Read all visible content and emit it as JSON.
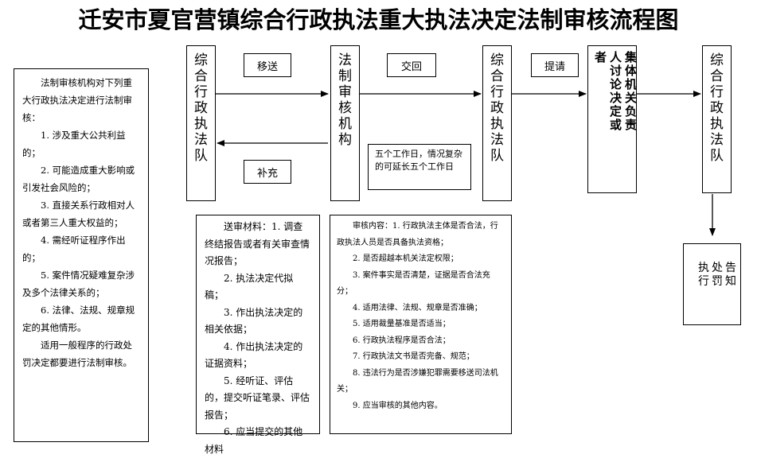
{
  "title": "迁安市夏官营镇综合行政执法重大执法决定法制审核流程图",
  "nodes": {
    "team1": "综合行政执法队",
    "legal": "法制审核机构",
    "team2": "综合行政执法队",
    "collective": "集体机关负责人讨论决定或者",
    "team3": "综合行政执法队",
    "notify": "告知处罚执行"
  },
  "edge_labels": {
    "transfer": "移送",
    "supplement": "补充",
    "return": "交回",
    "submit": "提请"
  },
  "time_note": "五个工作日，情况复杂的可延长五个工作日",
  "scope": [
    "法制审核机构对下列重大行政执法决定进行法制审核：",
    "1. 涉及重大公共利益的；",
    "2. 可能造成重大影响或引发社会风险的；",
    "3. 直接关系行政相对人或者第三人重大权益的；",
    "4. 需经听证程序作出的；",
    "5. 案件情况疑难复杂涉及多个法律关系的；",
    "6. 法律、法规、规章规定的其他情形。",
    "适用一般程序的行政处罚决定都要进行法制审核。"
  ],
  "materials": [
    "送审材料：1. 调查终结报告或者有关审查情况报告；",
    "2. 执法决定代拟稿；",
    "3. 作出执法决定的相关依据；",
    "4. 作出执法决定的证据资料；",
    "5. 经听证、评估的，提交听证笔录、评估报告；",
    "6. 应当提交的其他材料"
  ],
  "review": [
    "审核内容：1. 行政执法主体是否合法，行政执法人员是否具备执法资格；",
    "2. 是否超越本机关法定权限；",
    "3. 案件事实是否清楚，证据是否合法充分；",
    "4. 适用法律、法规、规章是否准确；",
    "5. 适用裁量基准是否适当；",
    "6. 行政执法程序是否合法；",
    "7. 行政执法文书是否完备、规范；",
    "8. 违法行为是否涉嫌犯罪需要移送司法机关；",
    "9. 应当审核的其他内容。"
  ]
}
